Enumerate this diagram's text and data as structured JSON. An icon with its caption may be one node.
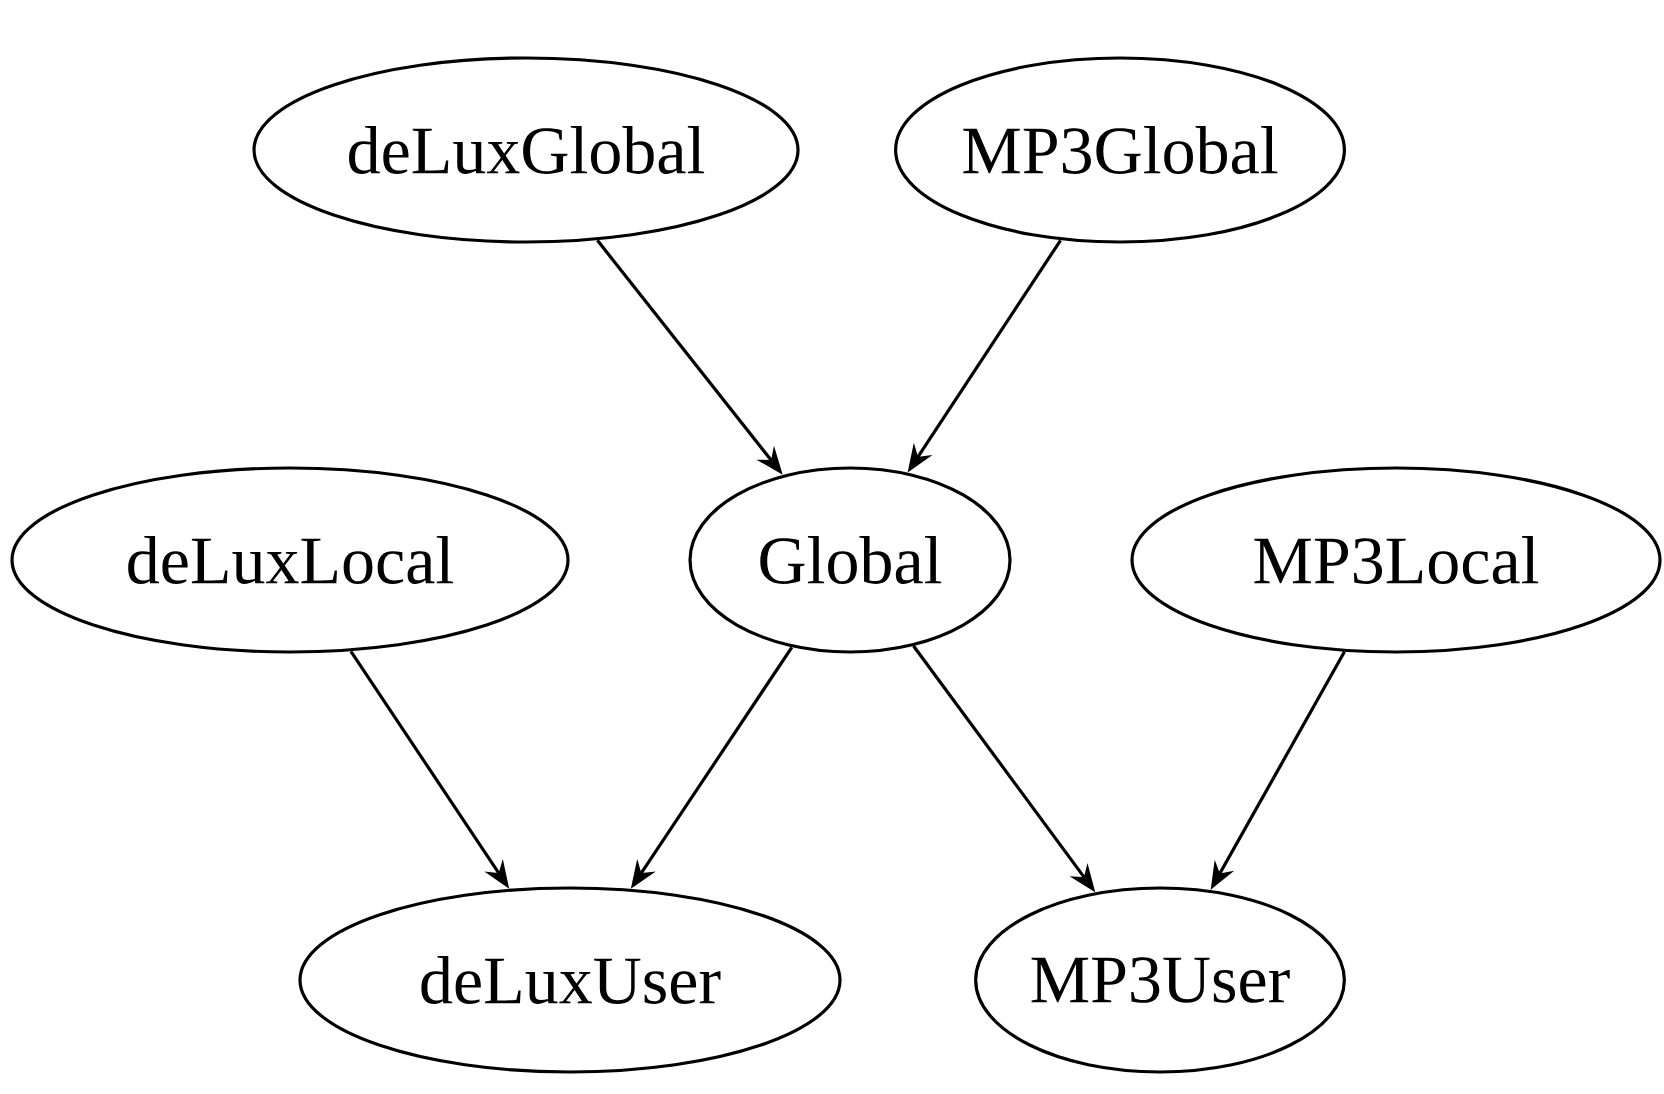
{
  "diagram": {
    "nodes": [
      {
        "text": [
          "deLuxGlobal"
        ]
      },
      {
        "text": [
          "MP3Global"
        ]
      },
      {
        "text": [
          "deLuxLocal"
        ]
      },
      {
        "text": [
          "Global"
        ]
      },
      {
        "text": [
          "MP3Local"
        ]
      },
      {
        "text": [
          "deLuxUser"
        ]
      },
      {
        "text": [
          "MP3User"
        ]
      }
    ],
    "edges": [
      {
        "from": 0,
        "to": 3,
        "arrow": "to"
      },
      {
        "from": 1,
        "to": 3,
        "arrow": "to"
      },
      {
        "from": 2,
        "to": 5,
        "arrow": "to"
      },
      {
        "from": 3,
        "to": 5,
        "arrow": "to"
      },
      {
        "from": 3,
        "to": 6,
        "arrow": "to"
      },
      {
        "from": 4,
        "to": 6,
        "arrow": "to"
      }
    ]
  }
}
